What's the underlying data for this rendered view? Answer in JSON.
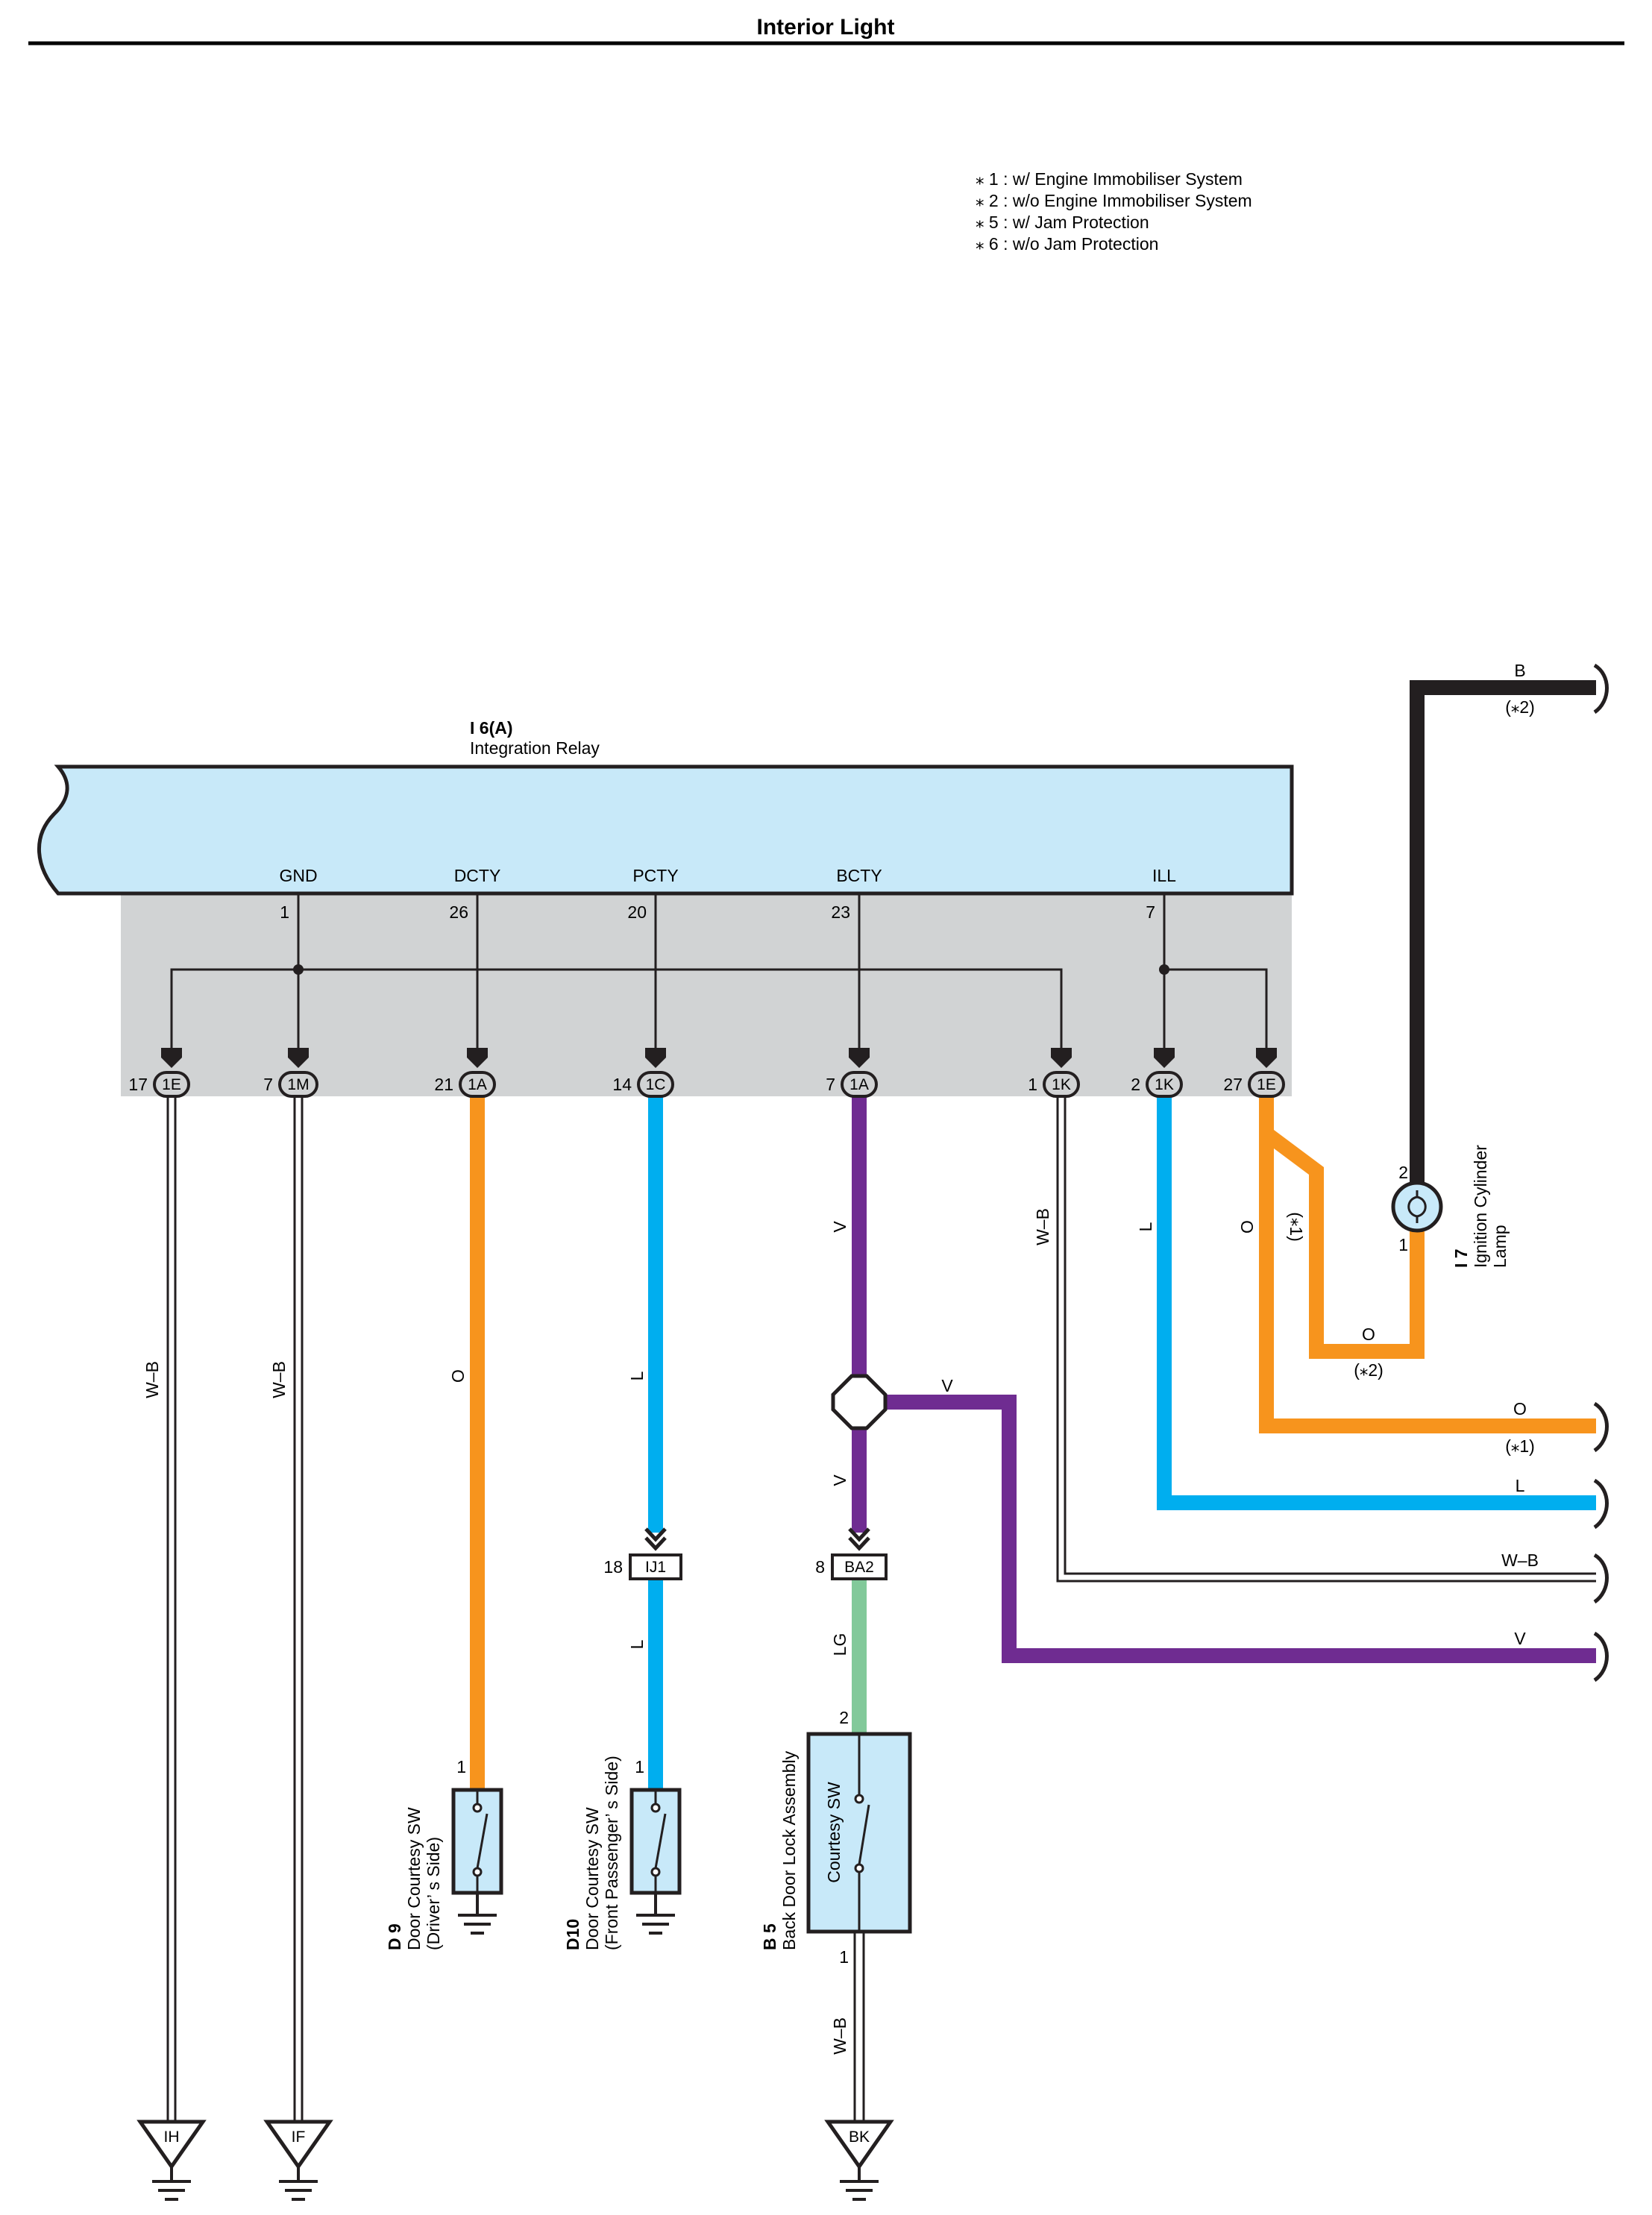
{
  "title": "Interior Light",
  "notes": [
    "⁎ 1 : w/ Engine Immobiliser System",
    "⁎ 2 : w/o Engine Immobiliser System",
    "⁎ 5 : w/ Jam Protection",
    "⁎ 6 : w/o Jam Protection"
  ],
  "colors": {
    "orange": "#F7941D",
    "blue": "#00AEEF",
    "purple": "#6F2C91",
    "green": "#82C99A",
    "black": "#231F20",
    "relay_fill": "#C8E9F9",
    "shade": "#D1D3D4"
  },
  "relay": {
    "code": "I 6(A)",
    "name": "Integration Relay",
    "terminals": [
      {
        "label": "GND",
        "pin": "1"
      },
      {
        "label": "DCTY",
        "pin": "26"
      },
      {
        "label": "PCTY",
        "pin": "20"
      },
      {
        "label": "BCTY",
        "pin": "23"
      },
      {
        "label": "ILL",
        "pin": "7"
      }
    ]
  },
  "connectors": [
    {
      "pin": "17",
      "code": "1E"
    },
    {
      "pin": "7",
      "code": "1M"
    },
    {
      "pin": "21",
      "code": "1A"
    },
    {
      "pin": "14",
      "code": "1C"
    },
    {
      "pin": "7",
      "code": "1A"
    },
    {
      "pin": "1",
      "code": "1K"
    },
    {
      "pin": "2",
      "code": "1K"
    },
    {
      "pin": "27",
      "code": "1E"
    }
  ],
  "wire_labels": {
    "wb_1": "W–B",
    "wb_2": "W–B",
    "o_dcty": "O",
    "l_pcty": "L",
    "l_pcty_lower": "L",
    "v_bcty": "V",
    "v_bcty_lower": "V",
    "v_branch": "V",
    "lg": "LG",
    "wb_b5": "W–B",
    "wb_1k": "W–B",
    "l_1k": "L",
    "o_1e": "O",
    "o_1e_note": "(⁎1)",
    "o_lamp": "O",
    "o_lamp_note": "(⁎2)",
    "b_top": "B",
    "b_top_note": "(⁎2)",
    "right_o": "O",
    "right_o_note": "(⁎1)",
    "right_l": "L",
    "right_wb": "W–B",
    "right_v": "V"
  },
  "inline_connectors": {
    "ij1": {
      "pin": "18",
      "code": "IJ1"
    },
    "ba2": {
      "pin": "8",
      "code": "BA2"
    }
  },
  "lamp": {
    "code": "I 7",
    "name_line1": "Ignition Cylinder",
    "name_line2": "Lamp",
    "pin_top": "2",
    "pin_bottom": "1"
  },
  "switches": {
    "d9": {
      "code": "D 9",
      "line1": "Door Courtesy SW",
      "line2": "(Driver’ s Side)",
      "pin": "1"
    },
    "d10": {
      "code": "D10",
      "line1": "Door Courtesy SW",
      "line2": "(Front Passenger’ s Side)",
      "pin": "1"
    },
    "b5": {
      "code": "B 5",
      "name": "Back Door Lock Assembly",
      "inner": "Courtesy SW",
      "pin_top": "2",
      "pin_bottom": "1"
    }
  },
  "grounds": [
    {
      "code": "IH"
    },
    {
      "code": "IF"
    },
    {
      "code": "BK"
    }
  ]
}
